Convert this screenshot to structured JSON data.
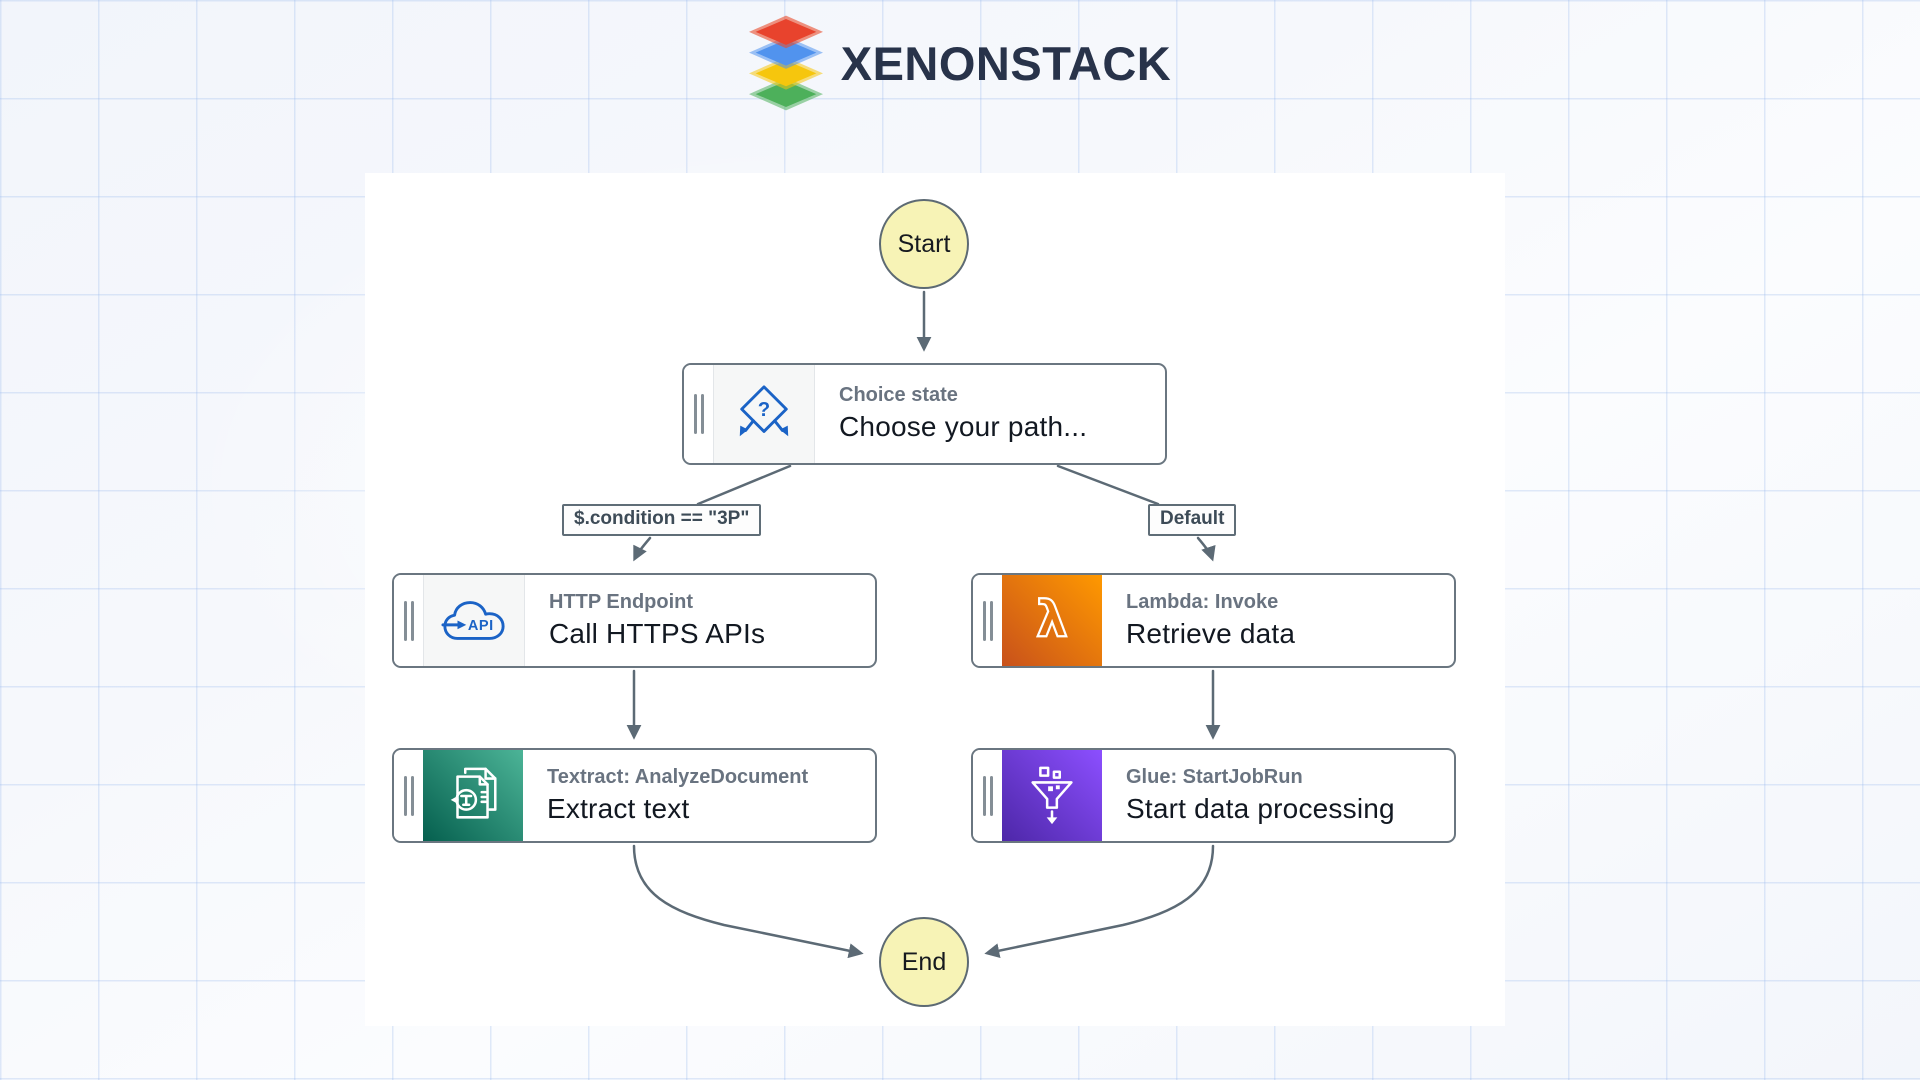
{
  "brand": {
    "name": "XENONSTACK",
    "logo_layer_colors": [
      "#e84b2c",
      "#5193ee",
      "#f6c60d",
      "#4db05b"
    ]
  },
  "workflow": {
    "start_label": "Start",
    "end_label": "End",
    "choice": {
      "title": "Choice state",
      "subtitle": "Choose your path..."
    },
    "branches": {
      "left_condition": "$.condition == \"3P\"",
      "right_condition": "Default"
    },
    "nodes": {
      "http": {
        "title": "HTTP Endpoint",
        "subtitle": "Call HTTPS APIs"
      },
      "lambda": {
        "title": "Lambda: Invoke",
        "subtitle": "Retrieve data"
      },
      "textract": {
        "title": "Textract: AnalyzeDocument",
        "subtitle": "Extract text"
      },
      "glue": {
        "title": "Glue: StartJobRun",
        "subtitle": "Start data processing"
      }
    },
    "colors": {
      "connector": "#5c6a75",
      "state_icon_blue": "#1b63c6",
      "lambda_gradient": [
        "#c8511b",
        "#ff9900"
      ],
      "textract_gradient": [
        "#055f4e",
        "#4cb497"
      ],
      "glue_gradient": [
        "#4d27a8",
        "#8c4fff"
      ],
      "terminal_fill": "#f7f3b6"
    }
  }
}
